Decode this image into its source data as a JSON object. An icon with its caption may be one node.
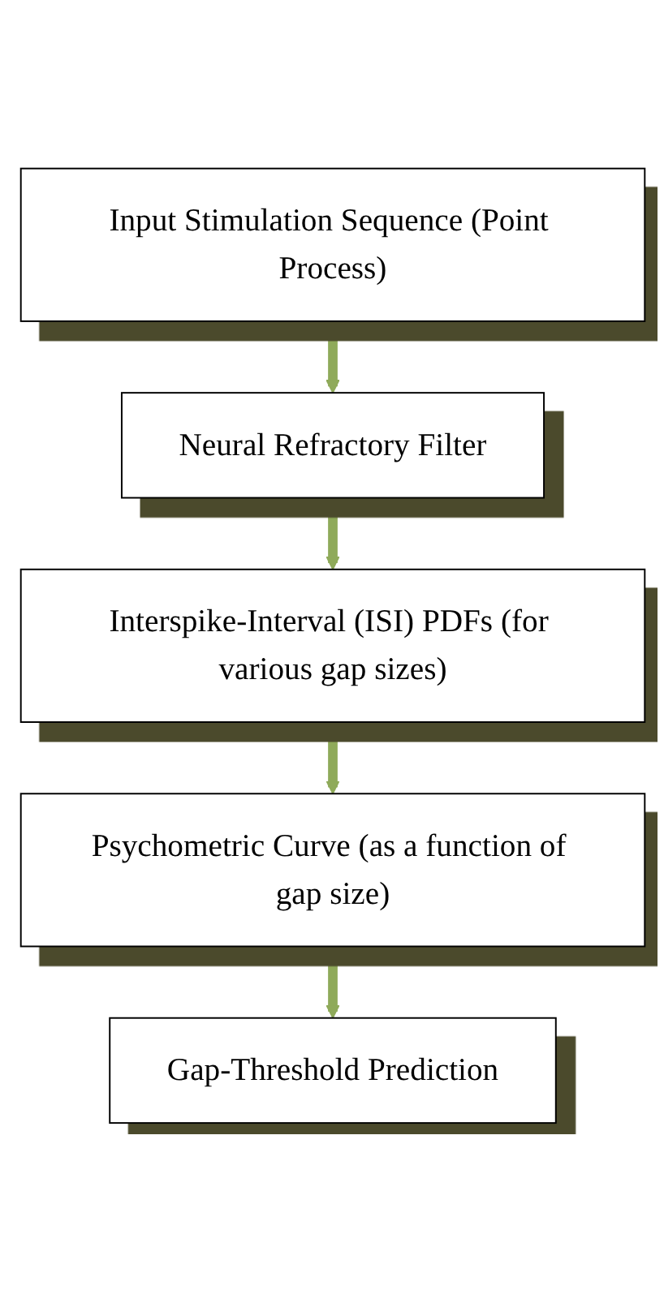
{
  "diagram": {
    "nodes": [
      {
        "text": [
          "Input Stimulation Sequence (Point Process)"
        ]
      },
      {
        "text": [
          "Neural Refractory Filter"
        ]
      },
      {
        "text": [
          "Interspike-Interval (ISI) PDFs (for various gap sizes)"
        ]
      },
      {
        "text": [
          "Psychometric Curve (as a function of gap size)"
        ]
      },
      {
        "text": [
          "Gap-Threshold Prediction"
        ]
      }
    ],
    "edges": [
      {
        "from": 0,
        "to": 1,
        "arrow": "to"
      },
      {
        "from": 1,
        "to": 2,
        "arrow": "to"
      },
      {
        "from": 2,
        "to": 3,
        "arrow": "to"
      },
      {
        "from": 3,
        "to": 4,
        "arrow": "to"
      }
    ]
  }
}
